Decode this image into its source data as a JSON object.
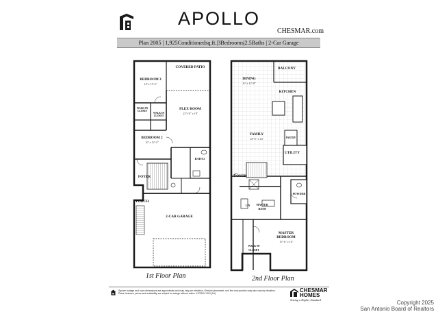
{
  "header": {
    "title": "APOLLO",
    "site": "CHESMAR.com",
    "specs": "Plan 2005 | 1,925Conditionedsq.ft.|3Bedrooms|2.5Baths | 2-Car Garage"
  },
  "first_floor": {
    "caption": "1st Floor Plan",
    "rooms": {
      "covered_patio": "COVERED PATIO",
      "bedroom3": "BEDROOM 3",
      "bedroom3_dim": "10' x 11'-2\"",
      "walkin_closet_a": "WALK-IN CLOSET",
      "walkin_closet_b": "WALK-IN CLOSET",
      "flex_room": "FLEX ROOM",
      "flex_room_dim": "23'-10\" x 19'",
      "bedroom2": "BEDROOM 2",
      "bedroom2_dim": "10' x 12'-2\"",
      "bath2": "BATH 2",
      "foyer": "FOYER",
      "porch": "PORCH",
      "garage": "2-CAR GARAGE"
    }
  },
  "second_floor": {
    "caption": "2nd Floor Plan",
    "rooms": {
      "dining": "DINING",
      "dining_dim": "10' x 12'-8\"",
      "balcony": "BALCONY",
      "kitchen": "KITCHEN",
      "family": "FAMILY",
      "family_dim": "18'-2\" x 16'",
      "pantry": "PANTRY",
      "utility": "UTILITY",
      "foyer": "FOYER",
      "powder": "POWDER",
      "master_bath": "MASTER BATH",
      "master_bedroom": "MASTER BEDROOM",
      "master_bedroom_dim": "13'-6\" x 16'",
      "walkin_closet": "WALK-IN CLOSET",
      "lin": "LIN"
    }
  },
  "footer": {
    "disclaimer": "Square footage and room dimensions are approximate and may vary per elevation. Window placement, roof line and porches may also vary by elevation. Plans, features, prices and availability are subject to change without notice. 12/23/24 V5.5 (1A)",
    "brand_line1": "CHESMAR",
    "brand_line2": "HOMES",
    "tagline": "Setting a Higher Standard",
    "copyright": "Copyright 2025\nSan Antonio Board of Realtors"
  },
  "colors": {
    "wall": "#1a1a1a",
    "specbar": "#c9c9c9",
    "floor_tile": "#d9d9d9"
  }
}
